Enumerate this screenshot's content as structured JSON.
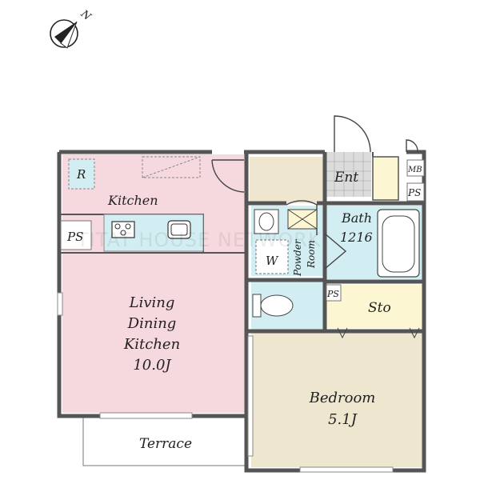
{
  "compass": {
    "north_label": "N",
    "icon": "north-arrow-icon"
  },
  "watermark": "TITAT HOUSE NETWORK",
  "colors": {
    "living": "#f6d9de",
    "kitchen": "#f6d9de",
    "wet_areas": "#d3eef3",
    "storage": "#fcf6d2",
    "bedroom": "#efe6cf",
    "hall": "#efe6cf",
    "entrance_tile": "#dcdcdc",
    "wall": "#555555"
  },
  "rooms": {
    "refrigerator": "R",
    "kitchen": "Kitchen",
    "ps_left": "PS",
    "ldk_line1": "Living",
    "ldk_line2": "Dining",
    "ldk_line3": "Kitchen",
    "ldk_size": "10.0J",
    "terrace": "Terrace",
    "washer": "W",
    "powder_line1": "Powder",
    "powder_line2": "Room",
    "entrance": "Ent",
    "mb": "MB",
    "ps_right": "PS",
    "bath": "Bath",
    "bath_size": "1216",
    "ps_small": "PS",
    "storage": "Sto",
    "bedroom": "Bedroom",
    "bedroom_size": "5.1J"
  }
}
